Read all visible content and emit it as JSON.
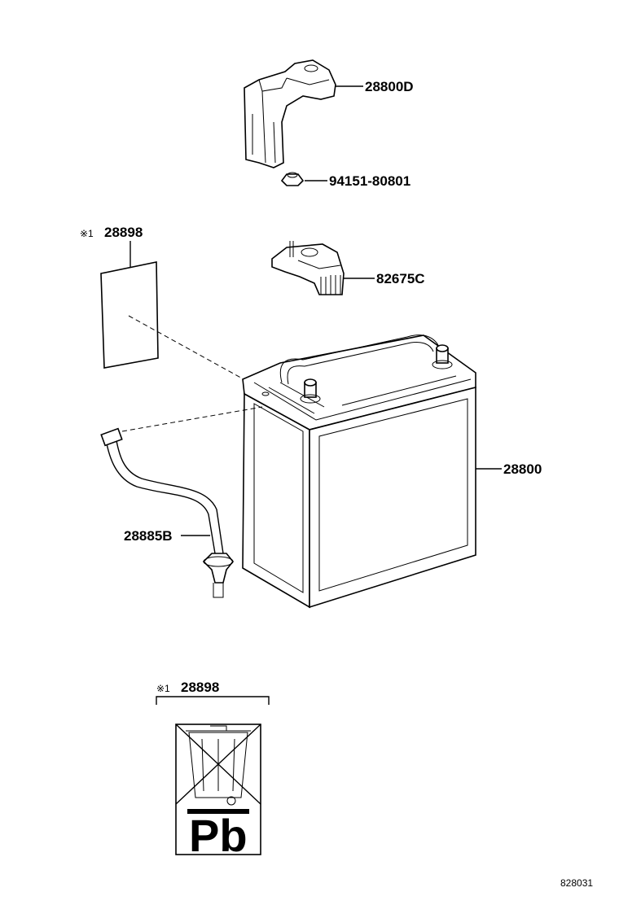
{
  "labels": {
    "cover": "28800D",
    "nut": "94151-80801",
    "label_top_mark": "※1",
    "label_top": "28898",
    "clamp": "82675C",
    "battery": "28800",
    "hose": "28885B",
    "label_bottom_mark": "※1",
    "label_bottom": "28898",
    "pb_symbol": "Pb",
    "drawing_ref": "828031"
  }
}
